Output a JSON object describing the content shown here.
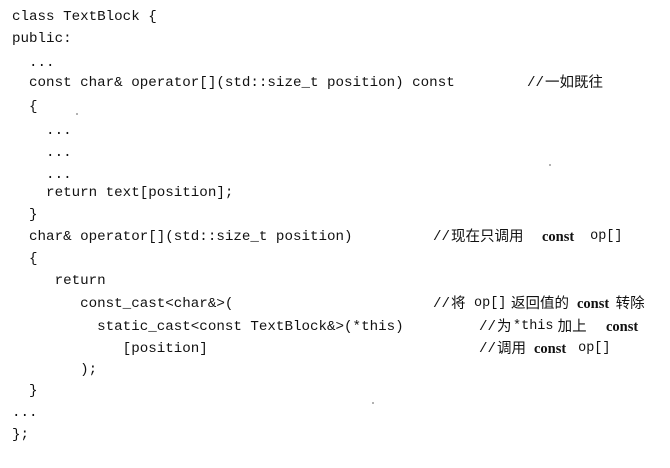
{
  "code": {
    "lines": [
      "class TextBlock {",
      "public:",
      "  ...",
      "  const char& operator[](std::size_t position) const",
      "  {",
      "    ...",
      "    ...",
      "    ...",
      "    return text[position];",
      "  }",
      "  char& operator[](std::size_t position)",
      "  {",
      "     return",
      "        const_cast<char&>(",
      "          static_cast<const TextBlock&>(*this)",
      "             [position]",
      "        );",
      "  }",
      "...",
      "};"
    ]
  },
  "comments": {
    "line3_slashes": "//",
    "line3_text": "一如既往",
    "line10_slashes": "//",
    "line10_text_1": "现在只调用 ",
    "line10_const": "const",
    "line10_op": " op[]",
    "line13_slashes": "//",
    "line13_text_1": "将 ",
    "line13_op": "op[]",
    "line13_text_2": "返回值的 ",
    "line13_const": "const",
    "line13_text_3": " 转除",
    "line14_slashes": "//",
    "line14_text_1": "为",
    "line14_this": "*this",
    "line14_text_2": " 加上 ",
    "line14_const": "const",
    "line15_slashes": "//",
    "line15_text_1": "调用 ",
    "line15_const": "const",
    "line15_op": " op[]"
  }
}
